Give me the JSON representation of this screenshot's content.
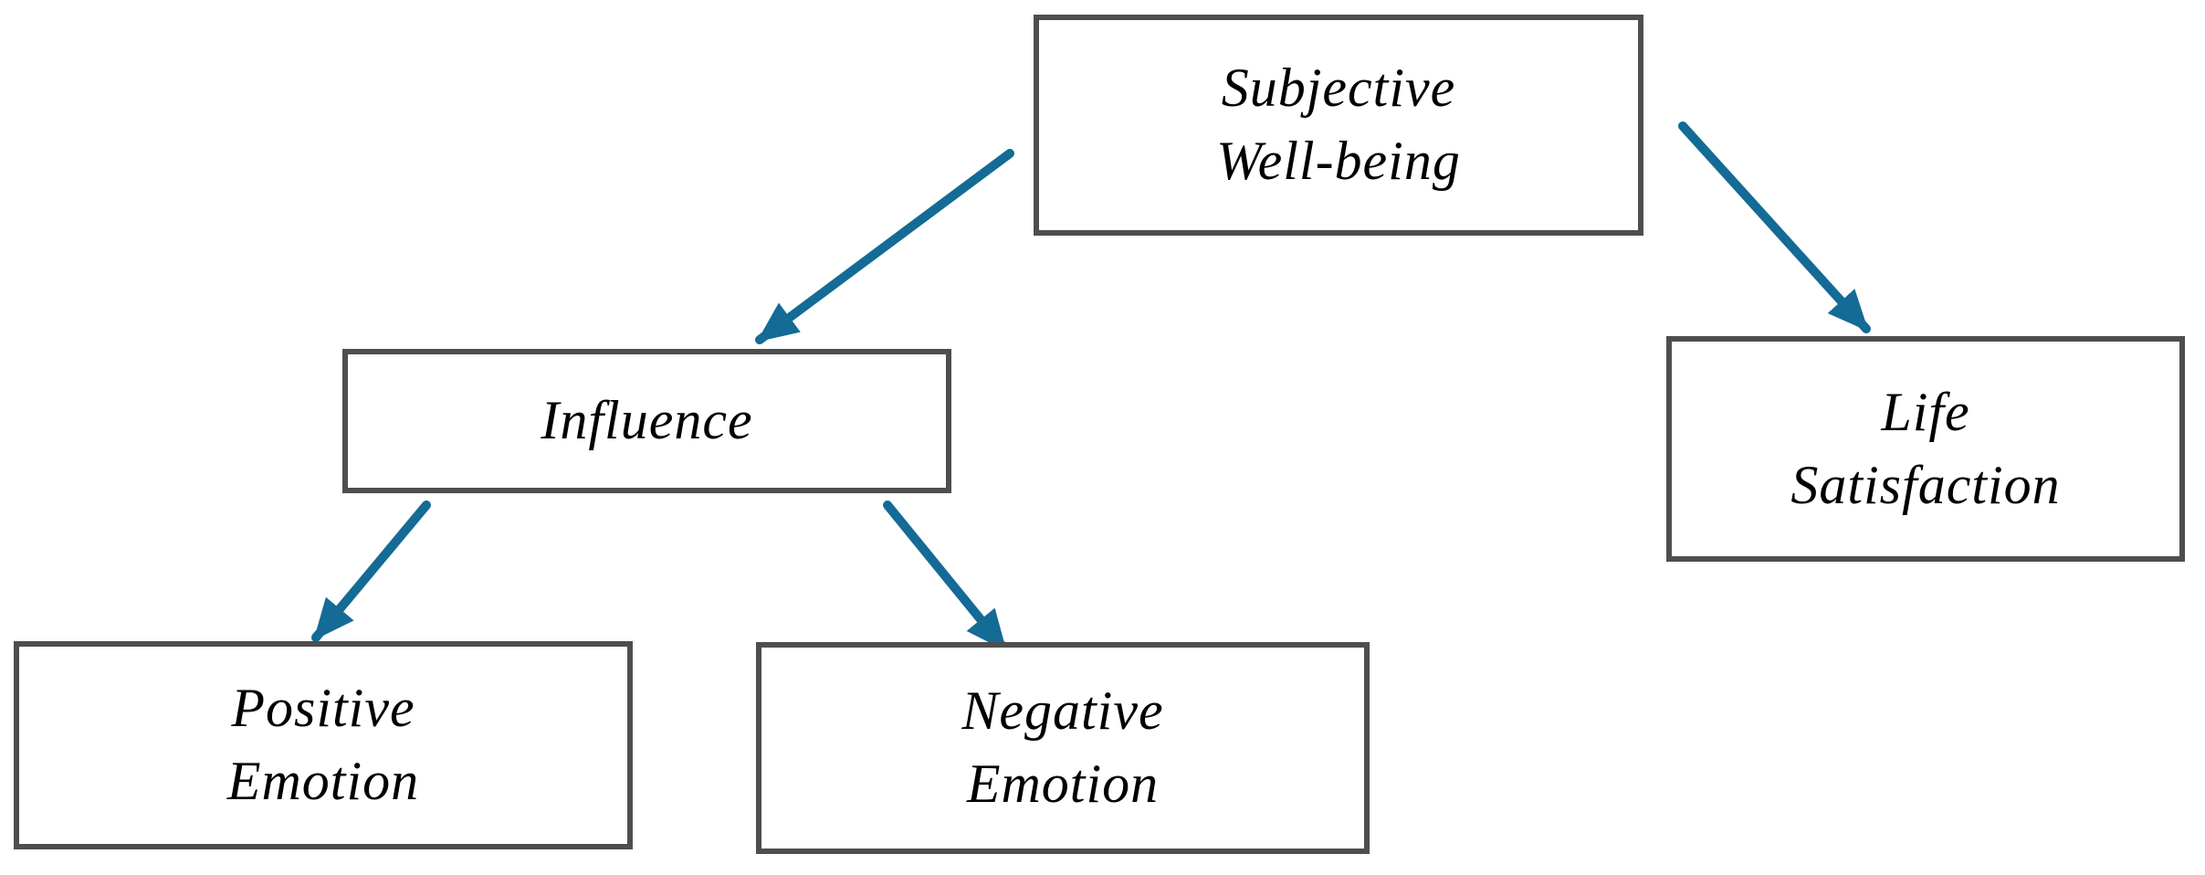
{
  "diagram": {
    "type": "flowchart",
    "background": "#ffffff",
    "colors": {
      "arrow": "#136b96",
      "box_border": "#4e4e4e",
      "box_fill": "#ffffff",
      "text": "#000000"
    },
    "nodes": [
      {
        "id": "subjective-well-being",
        "lines": [
          "Subjective",
          "Well-being"
        ]
      },
      {
        "id": "influence",
        "lines": [
          "Influence"
        ]
      },
      {
        "id": "life-satisfaction",
        "lines": [
          "Life",
          "Satisfaction"
        ]
      },
      {
        "id": "positive-emotion",
        "lines": [
          "Positive",
          "Emotion"
        ]
      },
      {
        "id": "negative-emotion",
        "lines": [
          "Negative",
          "Emotion"
        ]
      }
    ],
    "edges": [
      {
        "from": "subjective-well-being",
        "to": "influence"
      },
      {
        "from": "subjective-well-being",
        "to": "life-satisfaction"
      },
      {
        "from": "influence",
        "to": "positive-emotion"
      },
      {
        "from": "influence",
        "to": "negative-emotion"
      }
    ]
  }
}
